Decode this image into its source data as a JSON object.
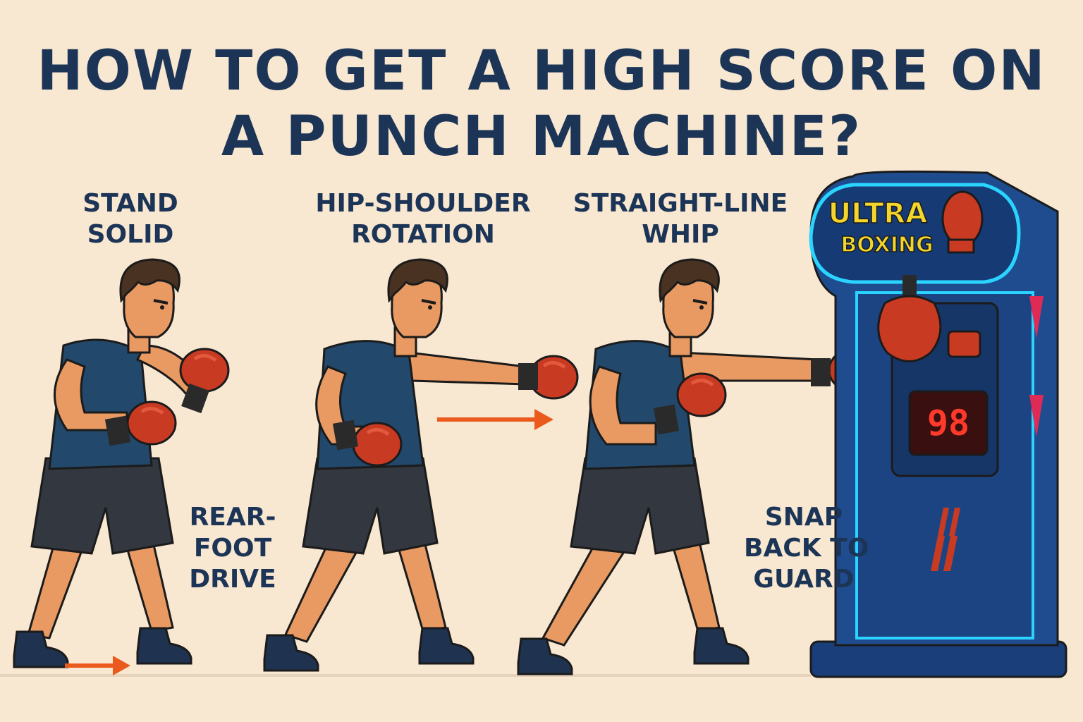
{
  "title": {
    "line1": "HOW TO GET A HIGH SCORE ON",
    "line2": "A PUNCH MACHINE?"
  },
  "steps": [
    {
      "line1": "STAND",
      "line2": "SOLID"
    },
    {
      "line1": "HIP-SHOULDER",
      "line2": "ROTATION"
    },
    {
      "line1": "STRAIGHT-LINE",
      "line2": "WHIP"
    },
    {
      "line1": "REAR-",
      "line2": "FOOT",
      "line3": "DRIVE"
    },
    {
      "line1": "SNAP",
      "line2": "BACK TO",
      "line3": "GUARD"
    }
  ],
  "machine": {
    "brand_line1": "ULTRA",
    "brand_line2": "BOXING",
    "score": "98"
  },
  "colors": {
    "background": "#f8e7d1",
    "text": "#1c3557",
    "arrow": "#ea5a1c",
    "glove": "#c93a22",
    "skin": "#e89a62",
    "tank": "#22486b",
    "shorts": "#33373f",
    "machine": "#1f4c8f",
    "neon": "#2ad4ff",
    "brand": "#f3d52b"
  }
}
